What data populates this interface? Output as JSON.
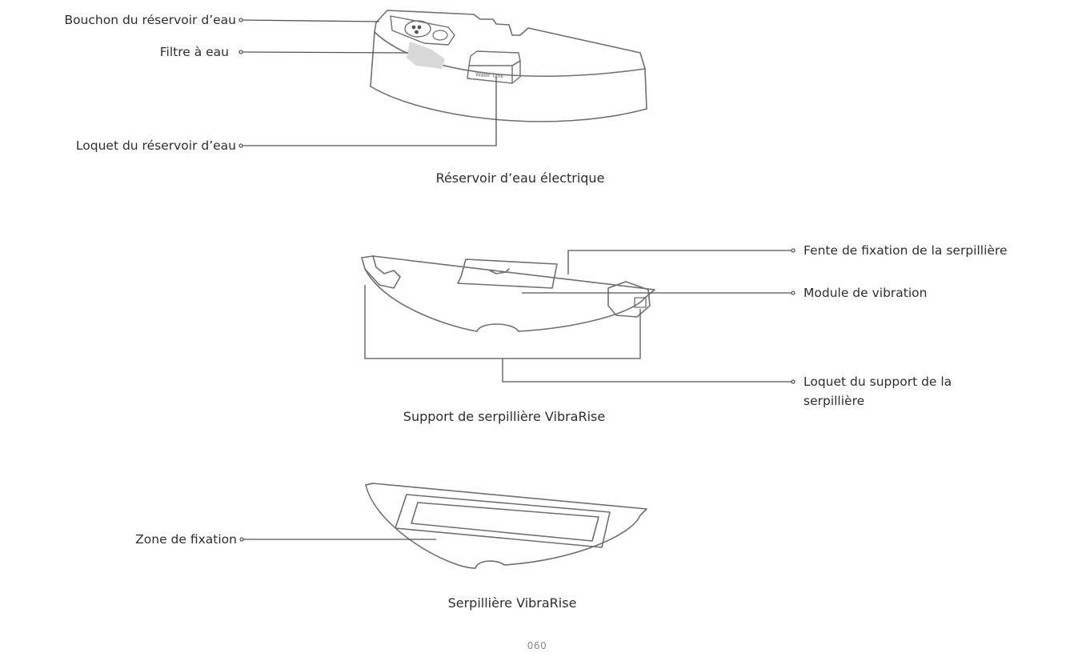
{
  "water_tank": {
    "caption": "Réservoir d’eau électrique",
    "tank_label": "Water Tank",
    "labels": {
      "cap": "Bouchon du réservoir d’eau",
      "filter": "Filtre à eau",
      "latch": "Loquet du réservoir d’eau"
    }
  },
  "mop_mount": {
    "caption": "Support de serpillière VibraRise",
    "labels": {
      "slot": "Fente de fixation de la serpillière",
      "vibration": "Module de vibration",
      "latch_line1": "Loquet du support de la",
      "latch_line2": "serpillière"
    }
  },
  "mop": {
    "caption": "Serpillière VibraRise",
    "labels": {
      "attach_area": "Zone de fixation"
    }
  },
  "page_number": "060",
  "colors": {
    "line": "#555555",
    "outline": "#6f6f6f",
    "filter_shade": "#d9d9d9"
  }
}
